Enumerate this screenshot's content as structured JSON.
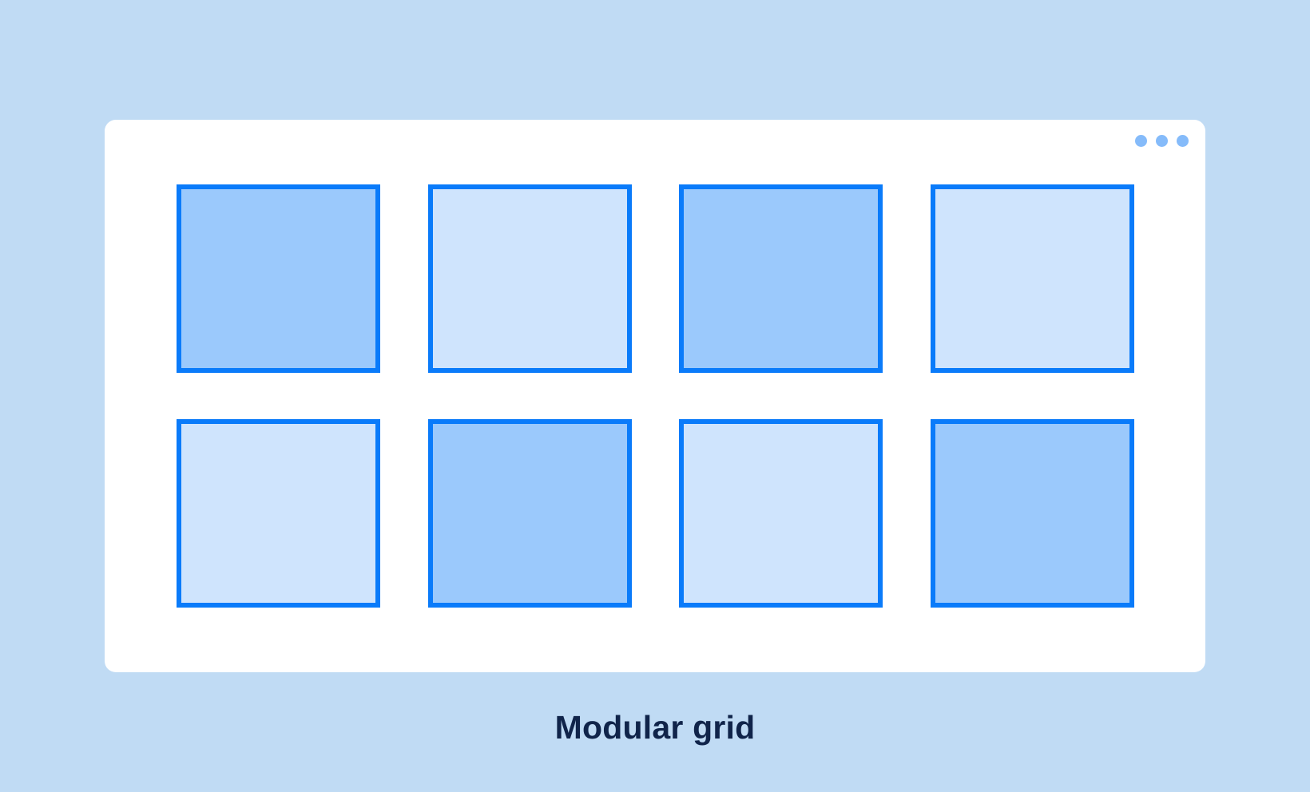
{
  "caption": "Modular grid",
  "window": {
    "controls": [
      "dot",
      "dot",
      "dot"
    ]
  },
  "grid": {
    "rows": 2,
    "columns": 4,
    "modules": [
      {
        "row": 1,
        "col": 1,
        "shade": "dark"
      },
      {
        "row": 1,
        "col": 2,
        "shade": "light"
      },
      {
        "row": 1,
        "col": 3,
        "shade": "dark"
      },
      {
        "row": 1,
        "col": 4,
        "shade": "light"
      },
      {
        "row": 2,
        "col": 1,
        "shade": "light"
      },
      {
        "row": 2,
        "col": 2,
        "shade": "dark"
      },
      {
        "row": 2,
        "col": 3,
        "shade": "light"
      },
      {
        "row": 2,
        "col": 4,
        "shade": "dark"
      }
    ]
  },
  "colors": {
    "background": "#c0dbf4",
    "card": "#ffffff",
    "border": "#0a7bfa",
    "dark_fill": "#9bc9fc",
    "light_fill": "#cfe4fd",
    "dots": "#85bbfa",
    "caption": "#10244a"
  }
}
